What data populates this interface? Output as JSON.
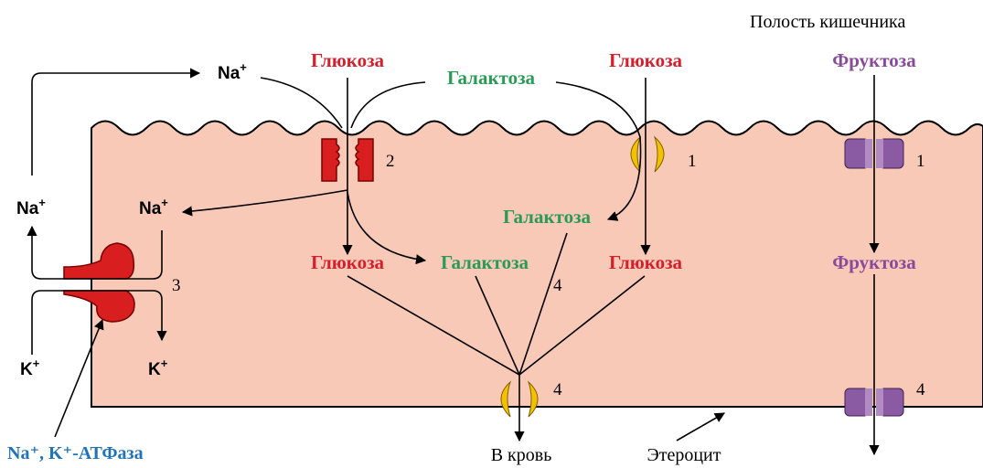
{
  "labels": {
    "lumen": "Полость кишечника",
    "glucose_top_left": "Глюкоза",
    "galactose_top": "Галактоза",
    "glucose_top_right": "Глюкоза",
    "fructose_top": "Фруктоза",
    "galactose_mid": "Галактоза",
    "glucose_bottom_left": "Глюкоза",
    "galactose_bottom": "Галактоза",
    "glucose_bottom_right": "Глюкоза",
    "fructose_bottom": "Фруктоза",
    "to_blood": "В кровь",
    "enterocyte": "Этероцит",
    "atpase": "Na⁺, K⁺-АТФаза"
  },
  "ions": {
    "na": "Na",
    "k": "K",
    "plus": "+"
  },
  "numbers": {
    "n1": "1",
    "n2": "2",
    "n3": "3",
    "n4": "4"
  },
  "colors": {
    "cell_fill": "#f8c9b6",
    "glucose": "#d3202c",
    "galactose": "#2a9a55",
    "fructose": "#8a4a9a",
    "atpase_label": "#1f73b7",
    "sglt": "#d81e1e",
    "glut_yellow": "#f2c200",
    "glut_purple": "#8a5aa2"
  }
}
